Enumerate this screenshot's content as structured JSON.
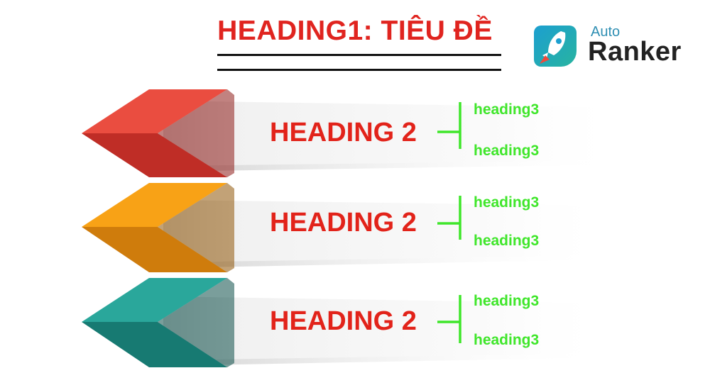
{
  "header": {
    "title": "HEADING1: TIÊU ĐỀ"
  },
  "logo": {
    "top_text": "Auto",
    "main_text": "Ranker"
  },
  "colors": {
    "title": "#e0241f",
    "heading2": "#e2231a",
    "heading3": "#3fe62a",
    "arrow_red": "#e5443a",
    "arrow_orange": "#f59a12",
    "arrow_teal": "#26a096"
  },
  "rows": [
    {
      "arrow_color": "red",
      "heading2": "HEADING 2",
      "heading3": [
        "heading3",
        "heading3"
      ]
    },
    {
      "arrow_color": "orange",
      "heading2": "HEADING 2",
      "heading3": [
        "heading3",
        "heading3"
      ]
    },
    {
      "arrow_color": "teal",
      "heading2": "HEADING 2",
      "heading3": [
        "heading3",
        "heading3"
      ]
    }
  ]
}
